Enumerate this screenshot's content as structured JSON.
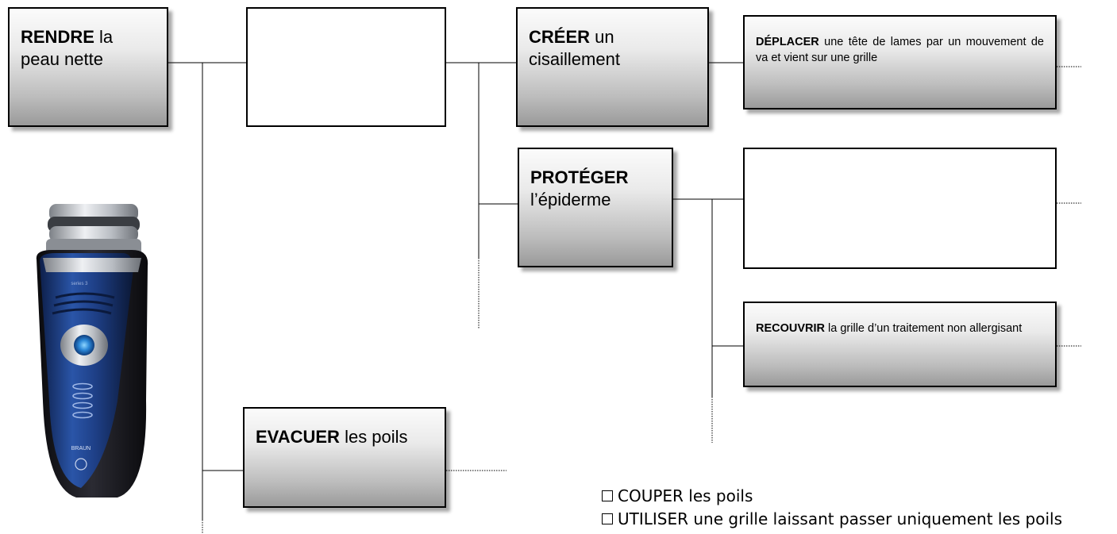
{
  "diagram": {
    "root": {
      "keyword": "RENDRE",
      "rest": " la peau nette"
    },
    "blank_top": {
      "text": ""
    },
    "creer": {
      "keyword": "CRÉER",
      "rest": " un cisaillement"
    },
    "deplacer": {
      "keyword": "DÉPLACER",
      "rest": " une tête de lames par un mouvement de va et vient sur une grille"
    },
    "proteger": {
      "keyword": "PROTÉGER",
      "rest": " l’épiderme"
    },
    "blank_right": {
      "text": ""
    },
    "recouvrir": {
      "keyword": "RECOUVRIR",
      "rest": " la grille d’un traitement non allergisant"
    },
    "evacuer": {
      "keyword": "EVACUER",
      "rest": " les poils"
    }
  },
  "answer_choices": [
    {
      "label": "COUPER les poils"
    },
    {
      "label": "UTILISER une grille laissant passer uniquement les poils"
    }
  ],
  "product_image": {
    "icon": "electric-shaver",
    "brand_text": "BRAUN",
    "model_text": "series 3",
    "colors": {
      "body": "#1e3f86",
      "grip": "#1a1a1f",
      "chrome": "#c8cbd0"
    }
  }
}
